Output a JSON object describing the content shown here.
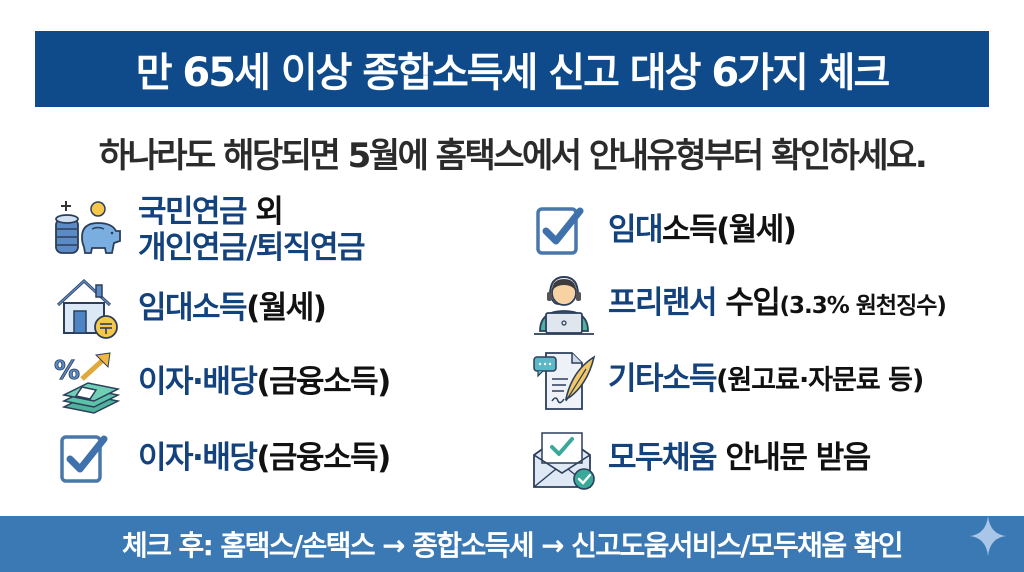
{
  "header": {
    "title": "만 65세 이상 종합소득세 신고 대상 6가지 체크",
    "subtitle": "하나라도 해당되면 5월에 홈택스에서 안내유형부터 확인하세요."
  },
  "left_items": [
    {
      "icon": "pension-savings-icon",
      "line1_blue": "국민연금",
      "line1_black": " 외",
      "line2_blue": "개인연금/퇴직연금"
    },
    {
      "icon": "house-rent-icon",
      "blue": "임대소득",
      "black": "(월세)"
    },
    {
      "icon": "interest-dividend-icon",
      "blue": "이자·배당",
      "black": "(금융소득)"
    },
    {
      "icon": "checkbox-icon",
      "blue": "이자·배당",
      "black": "(금융소득)"
    }
  ],
  "right_items": [
    {
      "icon": "checkbox-icon",
      "blue": "임대",
      "black": "소득(월세)"
    },
    {
      "icon": "freelancer-icon",
      "blue": "프리랜서",
      "black": " 수입",
      "small": "(3.3% 원천징수)"
    },
    {
      "icon": "document-quill-icon",
      "blue": "기타소득",
      "black": "(원고료·자문료 등)"
    },
    {
      "icon": "envelope-check-icon",
      "blue": "모두채움",
      "black": " 안내문 받음"
    }
  ],
  "footer": {
    "text": "체크 후: 홈택스/손택스 → 종합소득세 → 신고도움서비스/모두채움 확인"
  },
  "colors": {
    "title_bg": "#0f4a8a",
    "footer_bg": "#3b79b5",
    "label_blue": "#14427c"
  }
}
